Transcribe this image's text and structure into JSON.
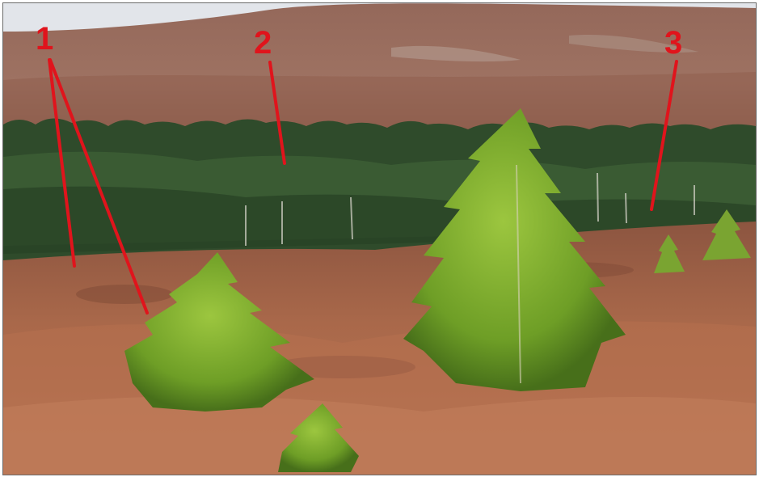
{
  "annotations": {
    "label_1": "1",
    "label_2": "2",
    "label_3": "3"
  },
  "colors": {
    "sky": "#dfe3e8",
    "hill": "#9c6f5f",
    "hill_shadow": "#8a5e50",
    "forest_dark": "#2d4a2a",
    "forest_mid": "#3f6237",
    "heather": "#a9684a",
    "heather_light": "#c88a6a",
    "pine_bright": "#7fae32",
    "pine_dark": "#4d7a1f",
    "annotation_red": "#e0141c"
  }
}
